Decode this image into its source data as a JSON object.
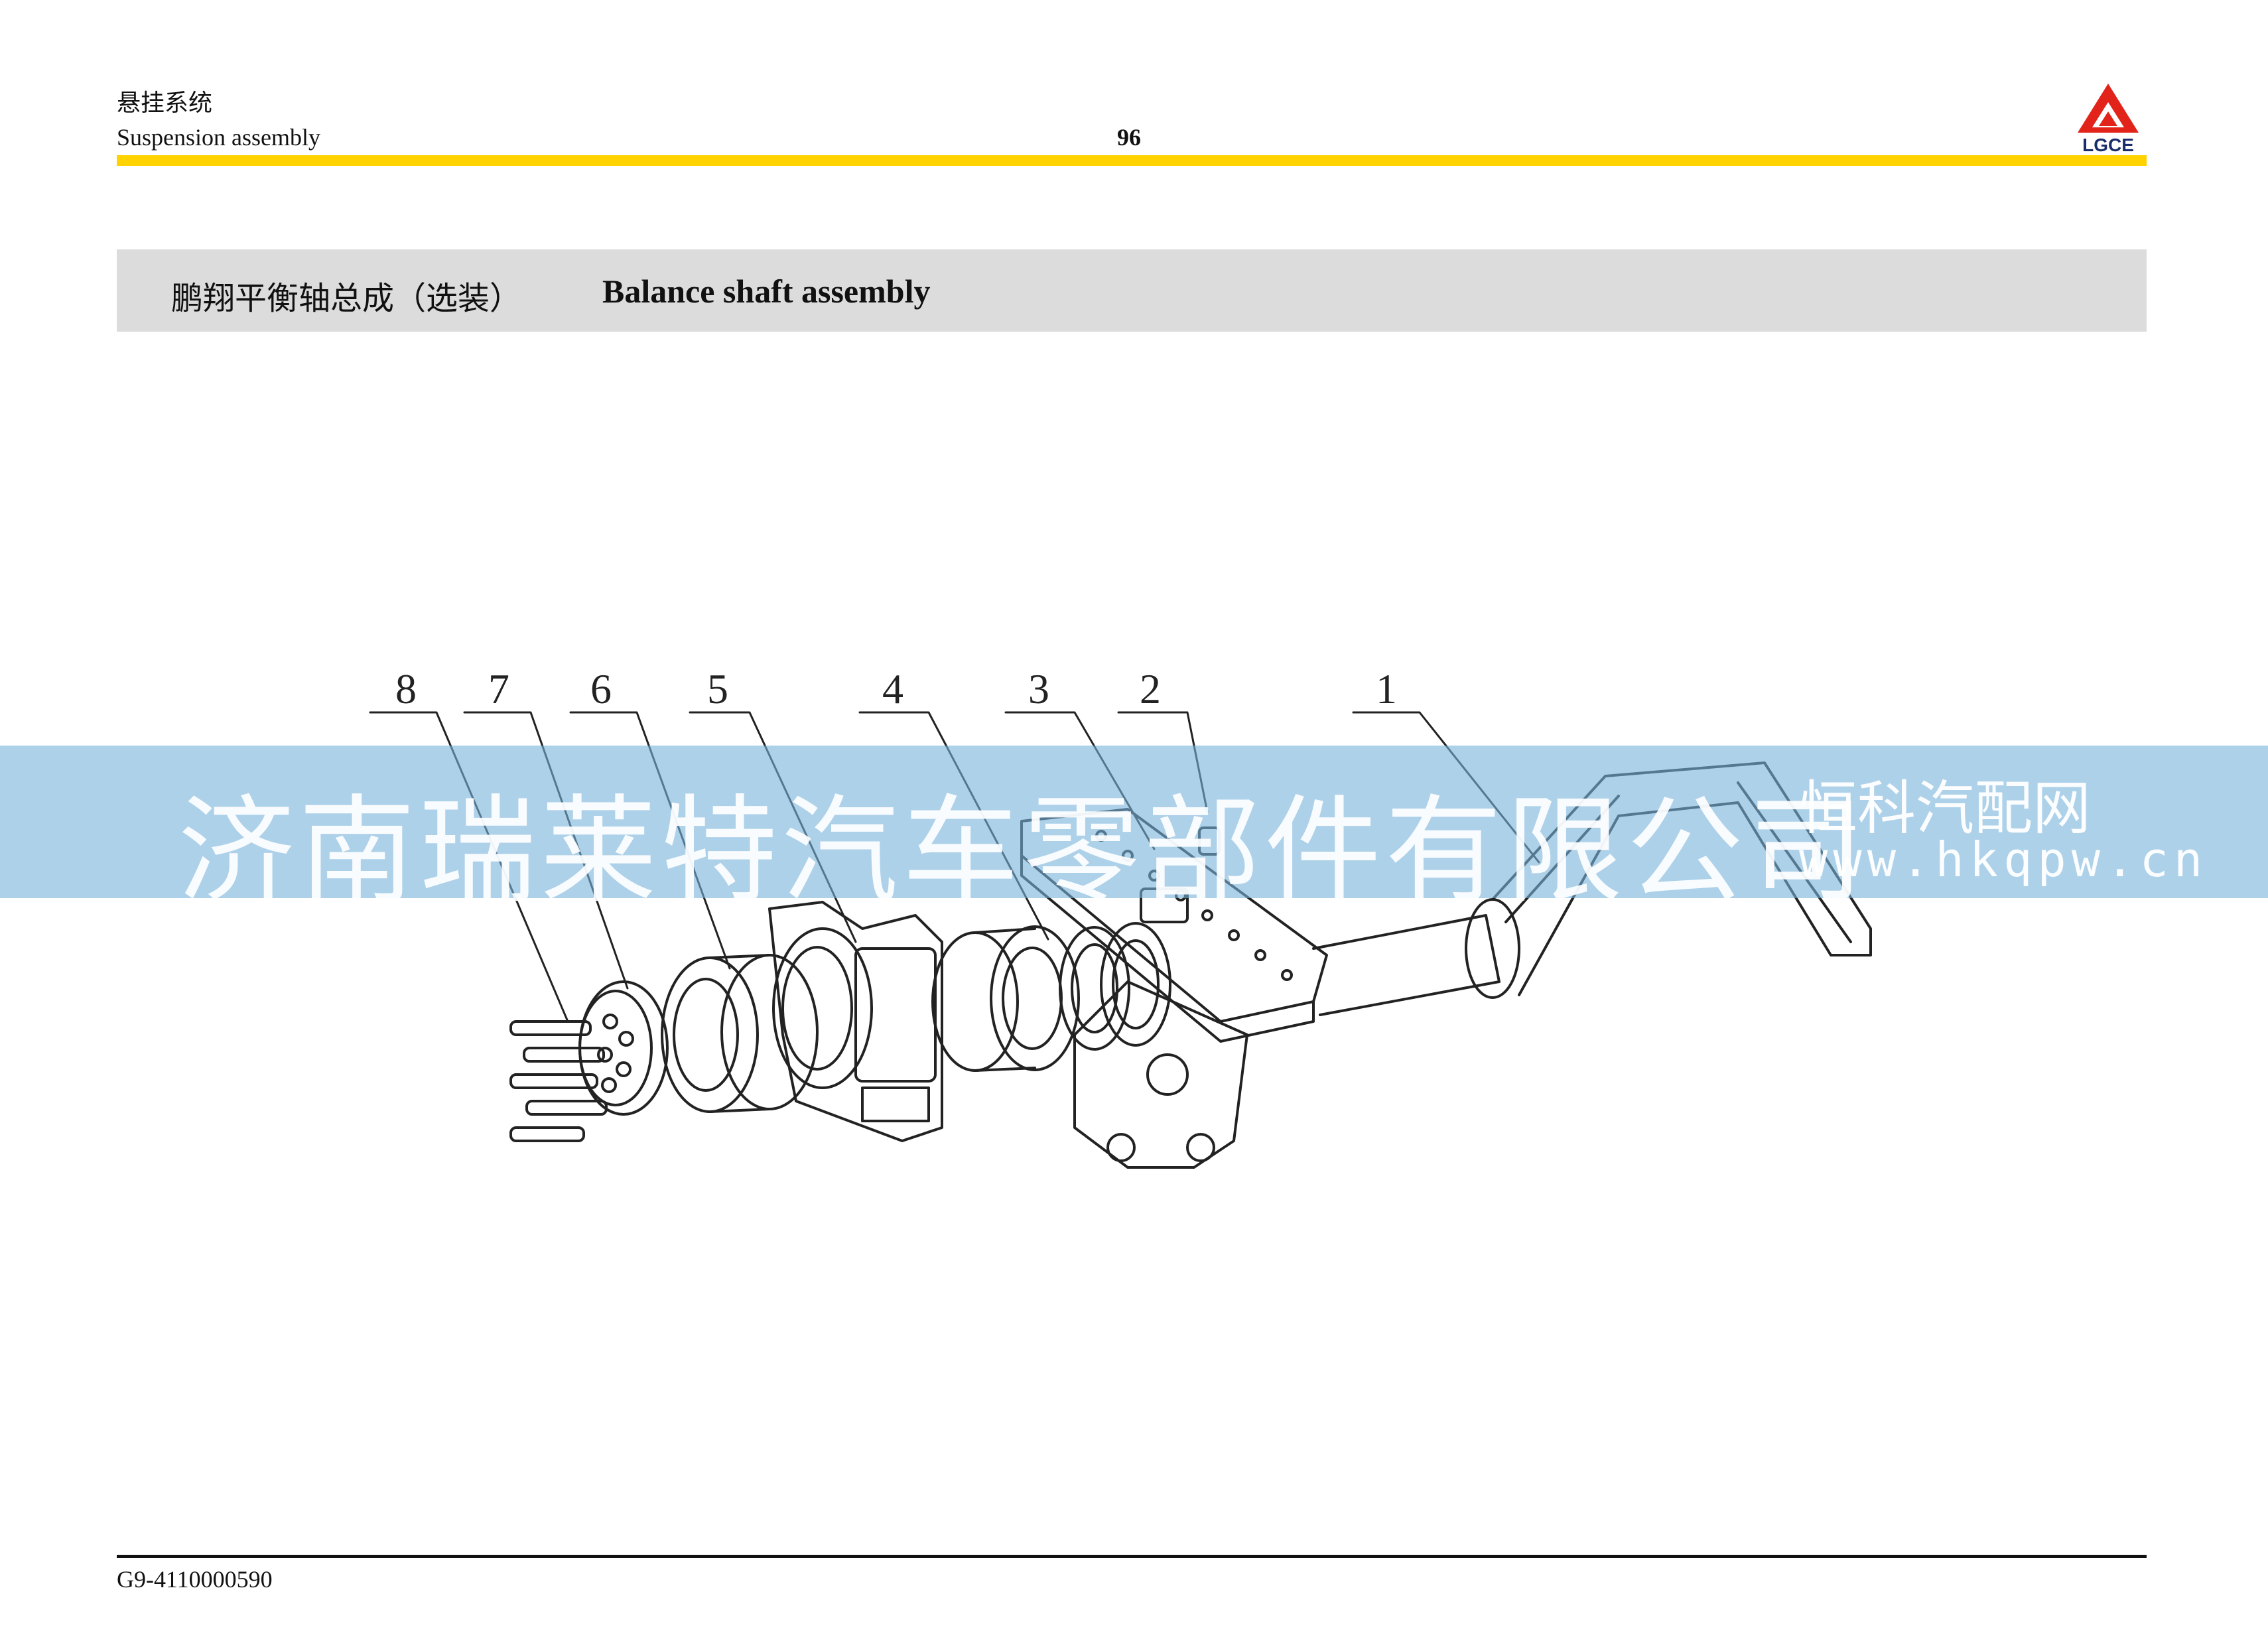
{
  "header": {
    "section_cn": "悬挂系统",
    "section_en": "Suspension assembly",
    "page_number": "96",
    "logo_text": "LGCE",
    "rule_color": "#ffd200"
  },
  "title": {
    "cn": "鹏翔平衡轴总成（选装）",
    "en": "Balance shaft assembly"
  },
  "callouts": [
    "8",
    "7",
    "6",
    "5",
    "4",
    "3",
    "2",
    "1"
  ],
  "watermark": {
    "company": "济南瑞莱特汽车零部件有限公司",
    "site": "恒科汽配网",
    "url": "www.hkqpw.cn"
  },
  "footer": {
    "part_code": "G9-4110000590"
  }
}
